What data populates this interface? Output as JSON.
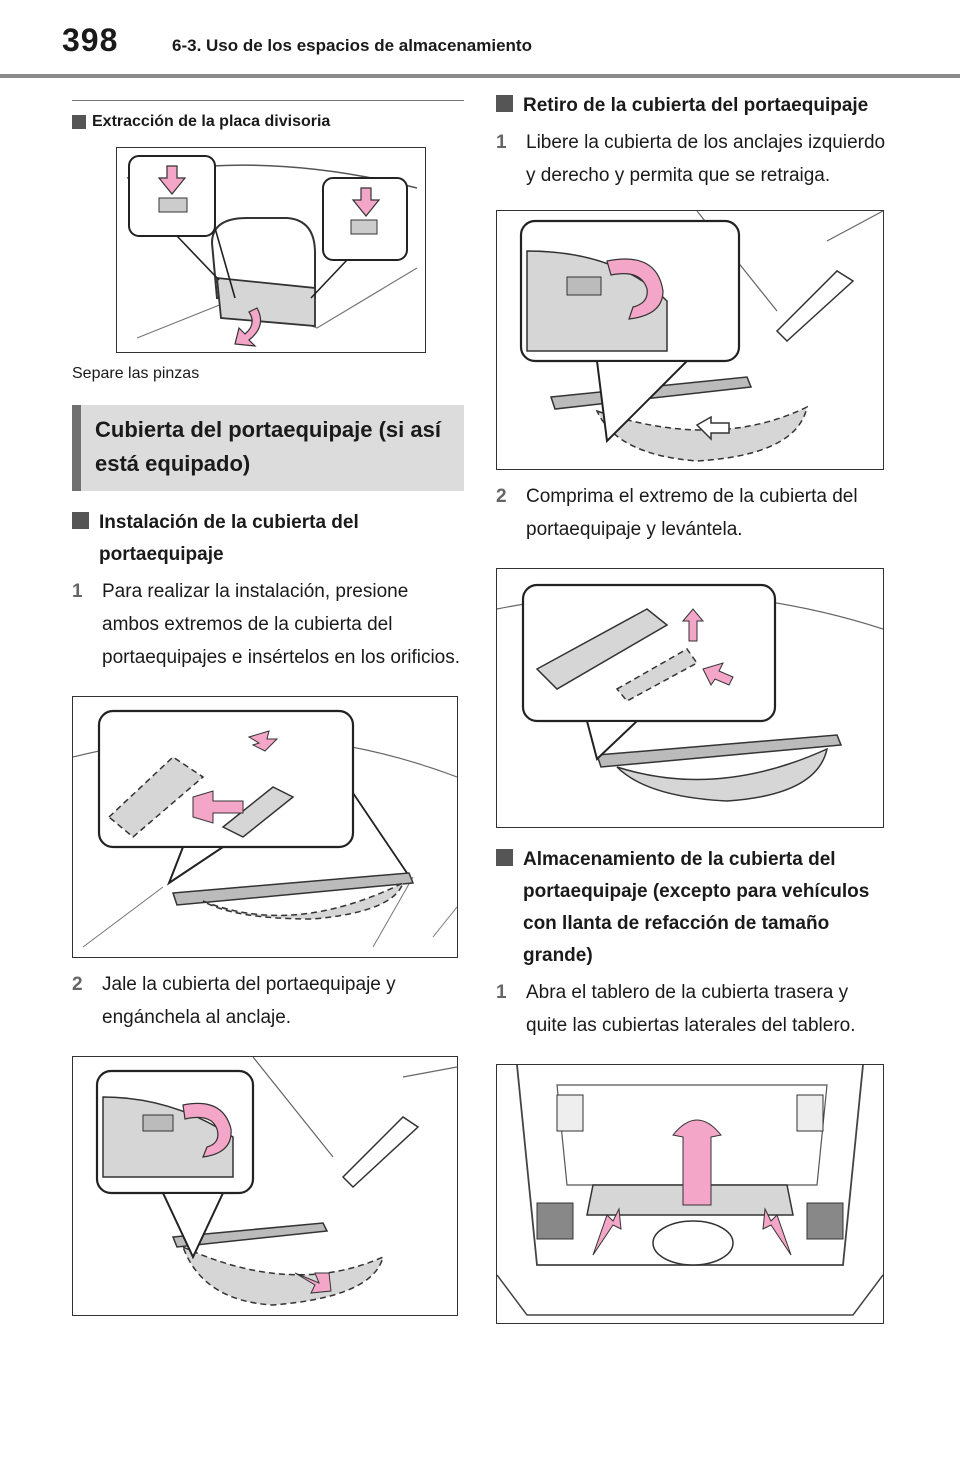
{
  "header": {
    "page_number": "398",
    "chapter_title": "6-3. Uso de los espacios de almacenamiento"
  },
  "left": {
    "subheading_divider": "Extracción de la placa divisoria",
    "caption_divider": "Separe las pinzas",
    "section_title": "Cubierta del portaequipaje (si así está equipado)",
    "subheading_install": "Instalación de la cubierta del portaequipaje",
    "steps": [
      {
        "num": "1",
        "text": "Para realizar la instalación, presione ambos extremos de la cubierta del portaequipajes e insértelos en los orificios."
      },
      {
        "num": "2",
        "text": "Jale la cubierta del portaequipaje y engánchela al anclaje."
      }
    ]
  },
  "right": {
    "subheading_remove": "Retiro de la cubierta del portaequipaje",
    "remove_steps": [
      {
        "num": "1",
        "text": "Libere la cubierta de los anclajes izquierdo y derecho y permita que se retraiga."
      },
      {
        "num": "2",
        "text": "Comprima el extremo de la cubierta del portaequipaje y levántela."
      }
    ],
    "subheading_storage": "Almacenamiento de la cubierta del portaequipaje (excepto para vehículos con llanta de refacción de tamaño grande)",
    "storage_steps": [
      {
        "num": "1",
        "text": "Abra el tablero de la cubierta trasera y quite las cubiertas laterales del tablero."
      }
    ]
  },
  "colors": {
    "accent_pink": "#f4a6c8",
    "rule_gray": "#8a8a8a",
    "box_gray": "#dcdcdc"
  }
}
